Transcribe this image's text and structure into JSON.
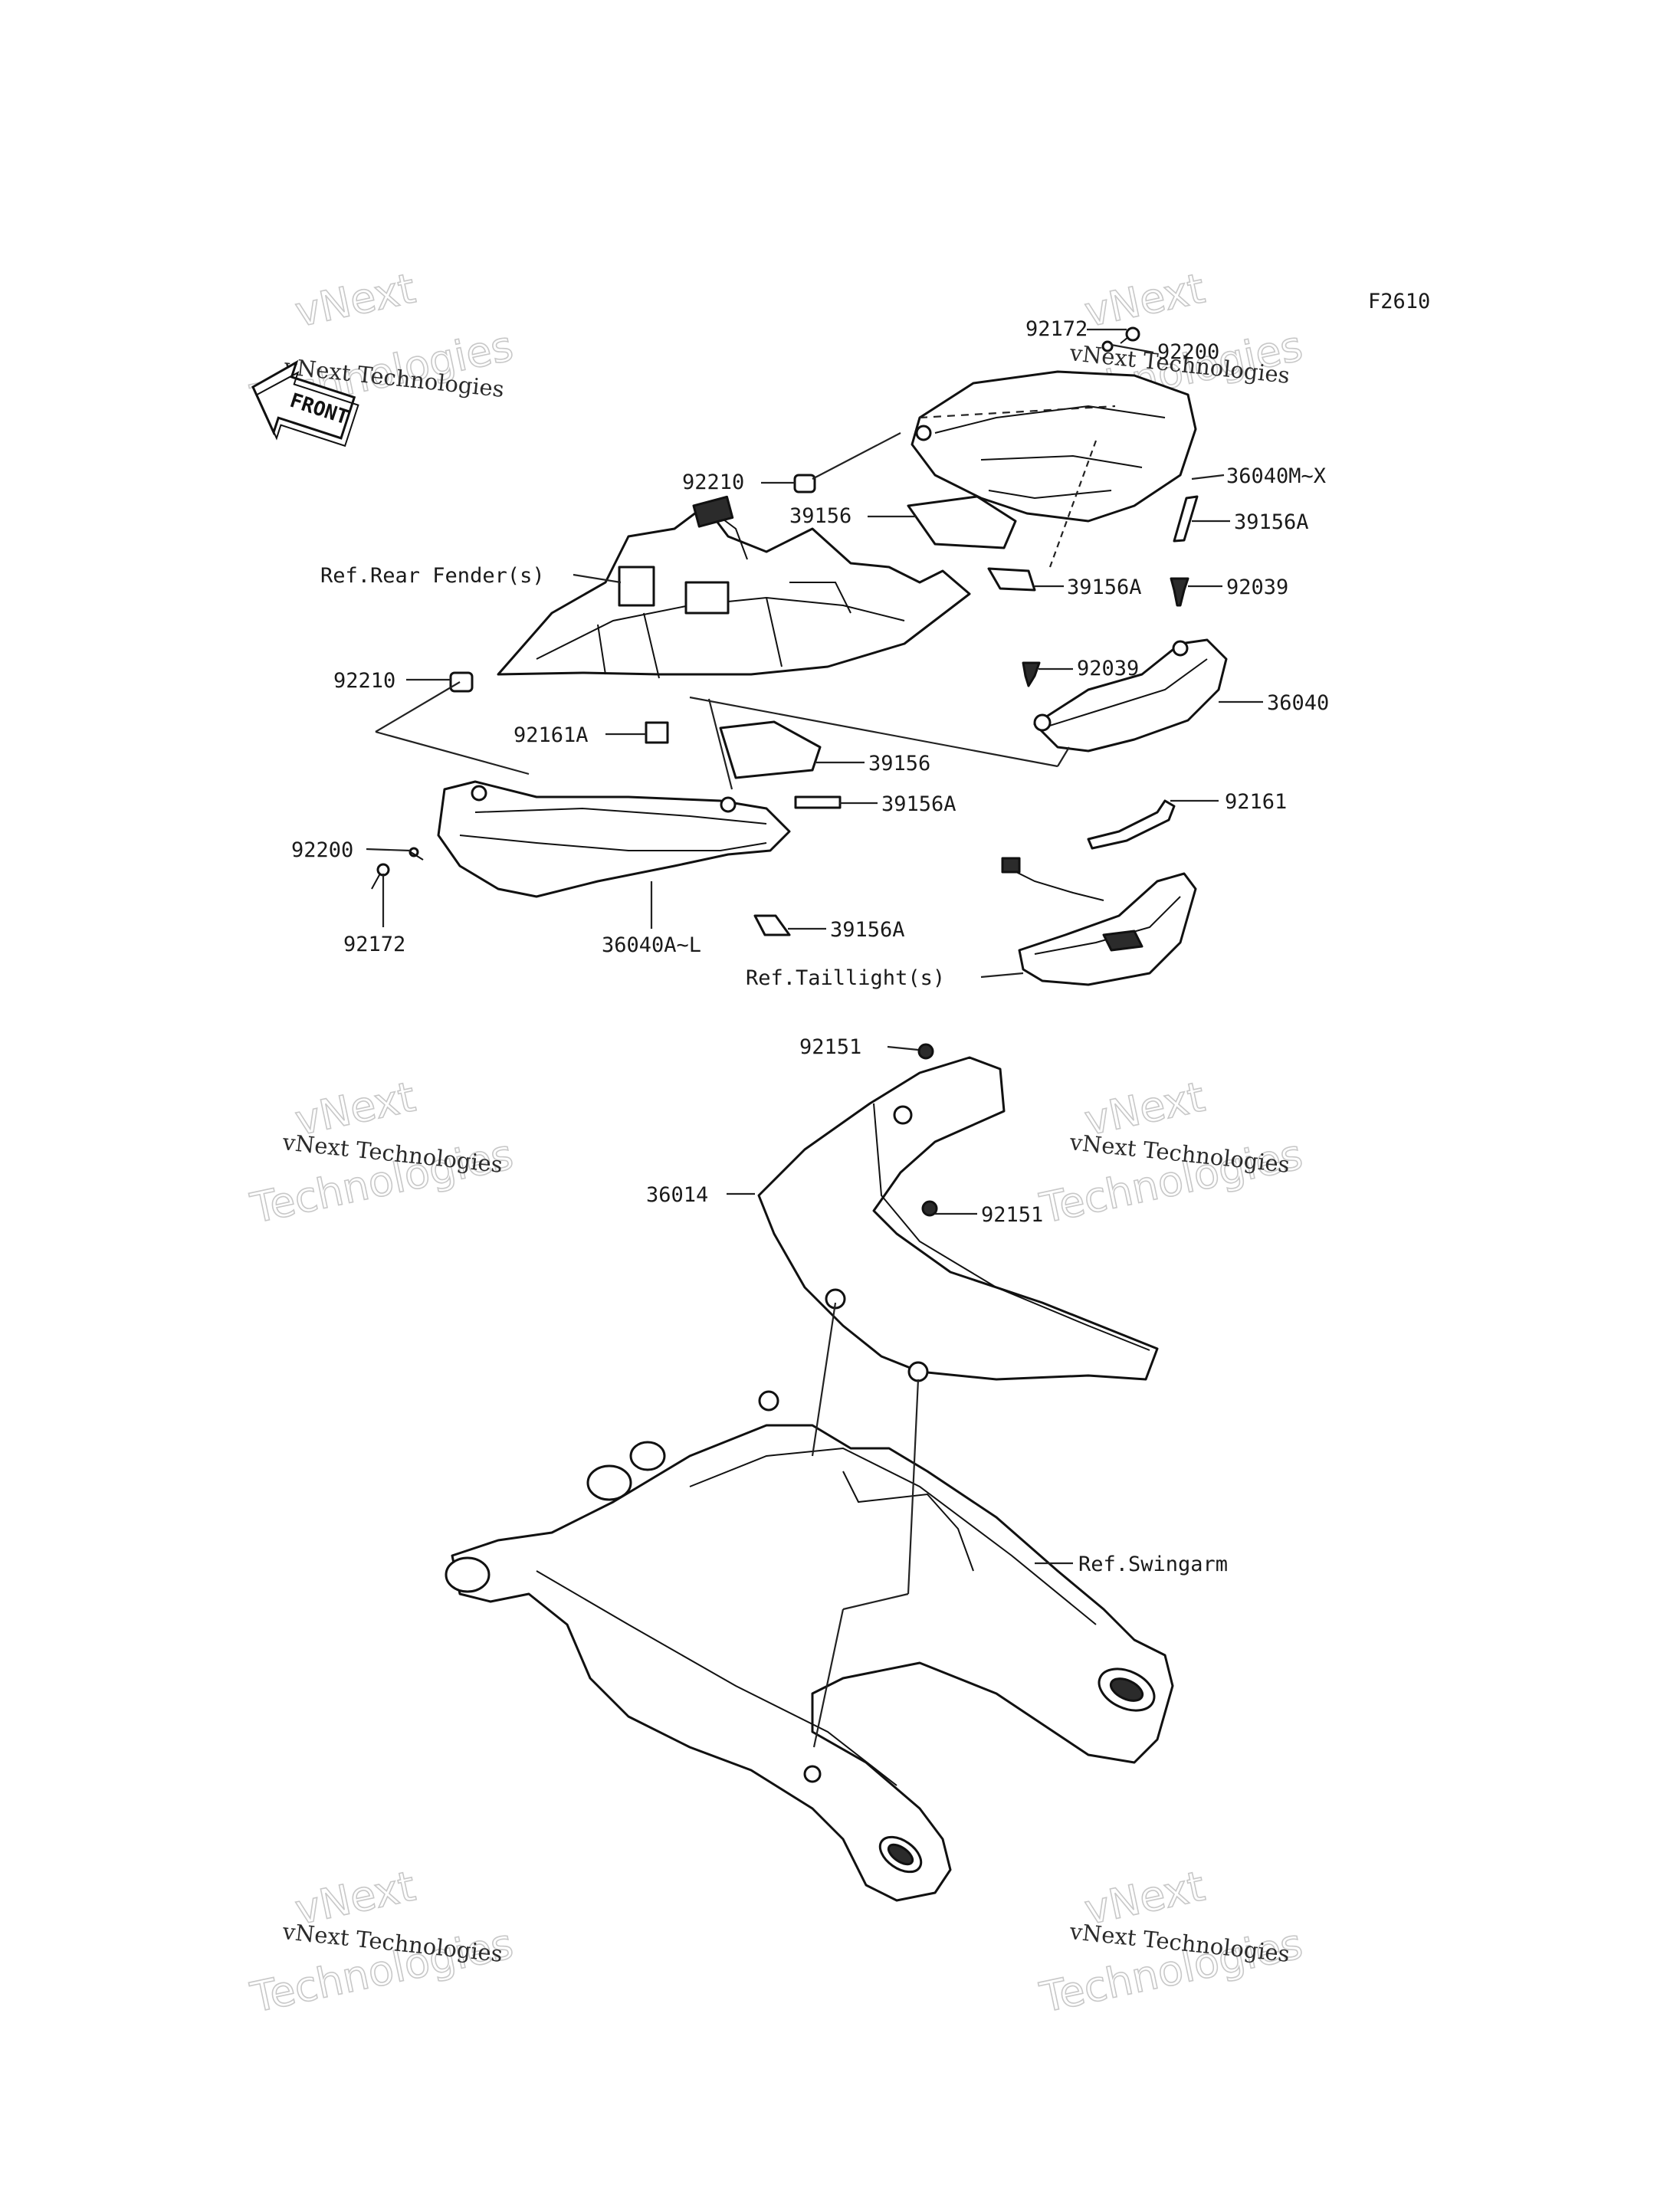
{
  "figure_code": "F2610",
  "front_badge": "FRONT",
  "watermark": {
    "line1": "vNext Technologies",
    "line2": "vNext",
    "line3": "Technologies"
  },
  "callouts": {
    "c92172_top": "92172",
    "c92200_top": "92200",
    "c92210_top": "92210",
    "c36040MX": "36040M~X",
    "c39156_top": "39156",
    "c39156A_r1": "39156A",
    "ref_rear_fender": "Ref.Rear Fender(s)",
    "c39156A_r2": "39156A",
    "c92039_r": "92039",
    "c92039_l": "92039",
    "c92210_left": "92210",
    "c36040": "36040",
    "c92161A": "92161A",
    "c39156_mid": "39156",
    "c39156A_mid": "39156A",
    "c92161": "92161",
    "c92200_left": "92200",
    "c92172_left": "92172",
    "c36040AL": "36040A~L",
    "c39156A_low": "39156A",
    "ref_taillight": "Ref.Taillight(s)",
    "c92151_top": "92151",
    "c36014": "36014",
    "c92151_mid": "92151",
    "ref_swingarm": "Ref.Swingarm"
  }
}
